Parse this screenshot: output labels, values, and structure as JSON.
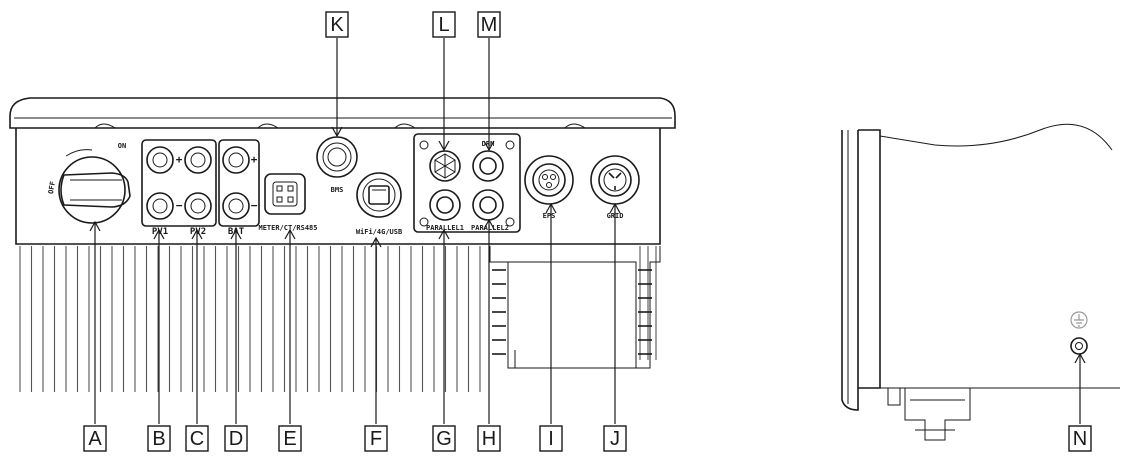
{
  "callouts": {
    "A": "A",
    "B": "B",
    "C": "C",
    "D": "D",
    "E": "E",
    "F": "F",
    "G": "G",
    "H": "H",
    "I": "I",
    "J": "J",
    "K": "K",
    "L": "L",
    "M": "M",
    "N": "N"
  },
  "port_labels": {
    "on": "ON",
    "off": "OFF",
    "pv1": "PV1",
    "pv2": "PV2",
    "bat": "BAT",
    "meter": "METER/CT/RS485",
    "bms": "BMS",
    "wifi": "WiFi/4G/USB",
    "drm": "DRM",
    "parallel1": "PARALLEL1",
    "parallel2": "PARALLEL2",
    "eps": "EPS",
    "grid": "GRID",
    "plus": "+",
    "minus": "−"
  }
}
